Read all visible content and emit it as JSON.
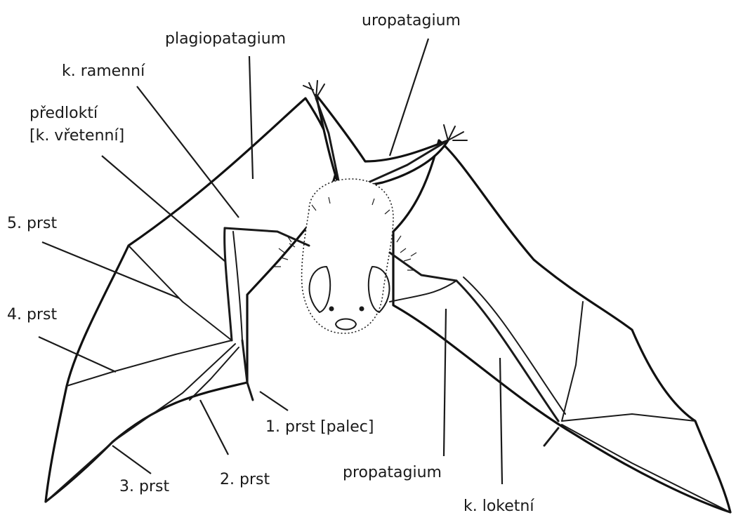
{
  "labels": {
    "plagiopatagium": "plagiopatagium",
    "uropatagium": "uropatagium",
    "k_ramenni": "k. ramenní",
    "predlokti_line1": "předloktí",
    "predlokti_line2": "[k. vřetenní]",
    "prst5": "5. prst",
    "prst4": "4. prst",
    "prst1": "1. prst [palec]",
    "prst2": "2. prst",
    "prst3": "3. prst",
    "propatagium": "propatagium",
    "k_loketni": "k. loketní"
  },
  "colors": {
    "ink": "#1a1a1a",
    "background": "#ffffff"
  }
}
